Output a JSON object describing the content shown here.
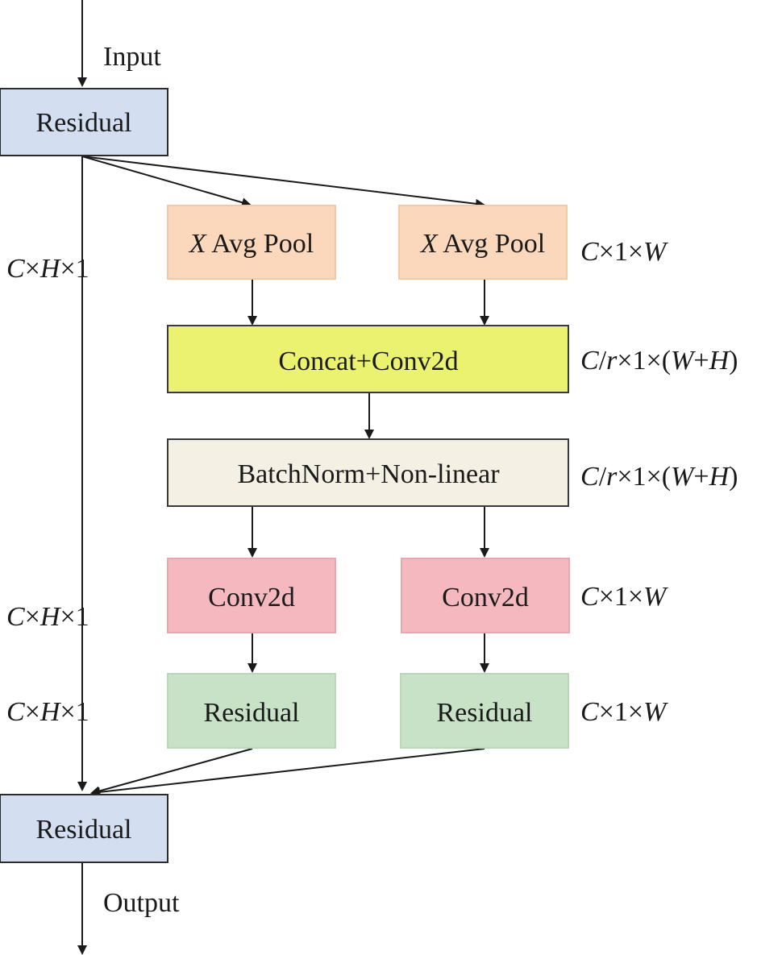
{
  "colors": {
    "residual_fill": "#d3dff0",
    "residual_stroke": "#2b2b2b",
    "pool_fill": "#fbd7bc",
    "pool_stroke": "#f2c9a5",
    "concat_fill": "#eaf26f",
    "concat_stroke": "#3a3a3a",
    "norm_fill": "#f4f0e4",
    "norm_stroke": "#3a3a3a",
    "conv_fill": "#f4b8be",
    "conv_stroke": "#e8a7ad",
    "branch_residual_fill": "#c8e2c8",
    "branch_residual_stroke": "#b8d8b8",
    "arrow": "#1a1a1a"
  },
  "labels": {
    "input": "Input",
    "output": "Output"
  },
  "nodes": {
    "residual_top": "Residual",
    "pool_x": {
      "var": "X",
      "text": " Avg Pool"
    },
    "pool_y": {
      "var": "X",
      "text": " Avg Pool"
    },
    "concat": "Concat+Conv2d",
    "norm": "BatchNorm+Non-linear",
    "conv_left": "Conv2d",
    "conv_right": "Conv2d",
    "residual_left": "Residual",
    "residual_right": "Residual",
    "residual_bottom": "Residual"
  },
  "dims": {
    "left_1": [
      "C",
      "×",
      "H",
      "×1"
    ],
    "left_2": [
      "C",
      "×",
      "H",
      "×1"
    ],
    "left_3": [
      "C",
      "×",
      "H",
      "×1"
    ],
    "pool": [
      "C",
      "×1×",
      "W",
      ""
    ],
    "concat": [
      "C",
      "/",
      "r",
      "×1×(",
      "W",
      "+",
      "H",
      ")"
    ],
    "norm": [
      "C",
      "/",
      "r",
      "×1×(",
      "W",
      "+",
      "H",
      ")"
    ],
    "conv": [
      "C",
      "×1×",
      "W",
      ""
    ],
    "residual": [
      "C",
      "×1×",
      "W",
      ""
    ]
  }
}
